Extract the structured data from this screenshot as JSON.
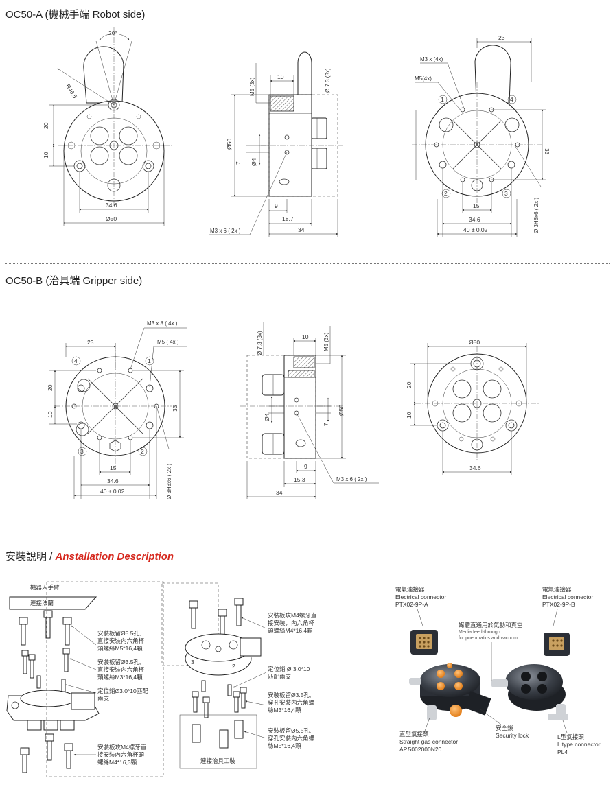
{
  "sections": {
    "a_title": "OC50-A (機械手端 Robot side)",
    "b_title": "OC50-B (治具端 Gripper side)",
    "install_title_cn": "安裝說明 / ",
    "install_title_en": "Anstallation Description"
  },
  "dims_a": {
    "angle": "20°",
    "radius": "R46.5",
    "d20": "20",
    "d10": "10",
    "d346": "34.6",
    "phi50": "Ø50",
    "m5": "M5 (3x)",
    "d10b": "10",
    "phi73": "Ø 7.3 (3x)",
    "phi50v": "Ø50",
    "d7": "7",
    "phi4": "Ø4",
    "d9": "9",
    "d187": "18.7",
    "d34": "34",
    "m3x6": "M3 x 6 ( 2x )",
    "d23": "23",
    "m3x4": "M3 x (4x)",
    "m5x4": "M5(4x)",
    "d33": "33",
    "d15": "15",
    "d346b": "34.6",
    "d40": "40 ± 0.02",
    "phi3h8": "Ø 3H8x6 ( 2x )",
    "n1": "1",
    "n2": "2",
    "n3": "3",
    "n4": "4"
  },
  "dims_b": {
    "m3x8": "M3 x 8 ( 4x )",
    "m5x4": "M5 ( 4x )",
    "d23": "23",
    "d20": "20",
    "d10": "10",
    "d33": "33",
    "d15": "15",
    "d346": "34.6",
    "d40": "40 ± 0.02",
    "phi3h8": "Ø 3H8x6 ( 2x )",
    "phi73": "Ø 7.3 (3x)",
    "d10b": "10",
    "m5": "M5 (3x)",
    "phi4": "Ø4",
    "d7": "7",
    "phi50v": "Ø50",
    "d9": "9",
    "d153": "15.3",
    "d34": "34",
    "m3x6": "M3 x 6 ( 2x )",
    "phi50": "Ø50",
    "d20b": "20",
    "d10c": "10",
    "d346b": "34.6",
    "n1": "1",
    "n2": "2",
    "n3": "3",
    "n4": "4"
  },
  "install_left": {
    "robot_arm": "機器人手臂",
    "flange": "連接法蘭",
    "note1": [
      "安裝板留Ø5.5孔,",
      "直接安裝內六角杯",
      "頭螺絲M5*16,4顆"
    ],
    "note2": [
      "安裝板留Ø3.5孔,",
      "直接安裝內六角杯",
      "頭螺絲M3*16,4顆"
    ],
    "note3": [
      "定位銷Ø3.0*10匹配",
      "兩支"
    ],
    "note4": [
      "安裝板攻M4螺牙直",
      "接安裝內六角杯頭",
      "螺絲M4*16,3顆"
    ]
  },
  "install_mid": {
    "note1": [
      "安裝板攻M4螺牙直",
      "接安裝，內六角杯",
      "頭螺絲M4*16,4顆"
    ],
    "note2": [
      "定位銷 Ø 3.0*10",
      "匹配兩支"
    ],
    "note3": [
      "安裝板留Ø3.5孔,",
      "穿孔安裝內六角螺",
      "絲M3*16,4顆"
    ],
    "note4": [
      "安裝板留Ø5.5孔,",
      "穿孔安裝內六角螺",
      "絲M5*16,4顆"
    ],
    "fixture": "連接治具工裝"
  },
  "install_right": {
    "elec_a_cn": "電氣連接器",
    "elec_a_en": "Electrical connector",
    "elec_a_code": "PTX02-9P-A",
    "elec_b_cn": "電氣連接器",
    "elec_b_en": "Electrical connector",
    "elec_b_code": "PTX02-9P-B",
    "media_cn": "媒體直通用於氣動和真空",
    "media_en1": "Media feed-through",
    "media_en2": "for pneumatics and vacuum",
    "straight_cn": "直型氣接頭",
    "straight_en": "Straight gas connector",
    "straight_code": "AP.5002000N20",
    "lock_cn": "安全鎖",
    "lock_en": "Security lock",
    "ltype_cn": "L型氣接頭",
    "ltype_en": "L type connector",
    "ltype_code": "PL4"
  },
  "colors": {
    "accent_red": "#d6281e",
    "fitting_orange": "#f28c1e",
    "body_dark": "#2b2f36"
  }
}
